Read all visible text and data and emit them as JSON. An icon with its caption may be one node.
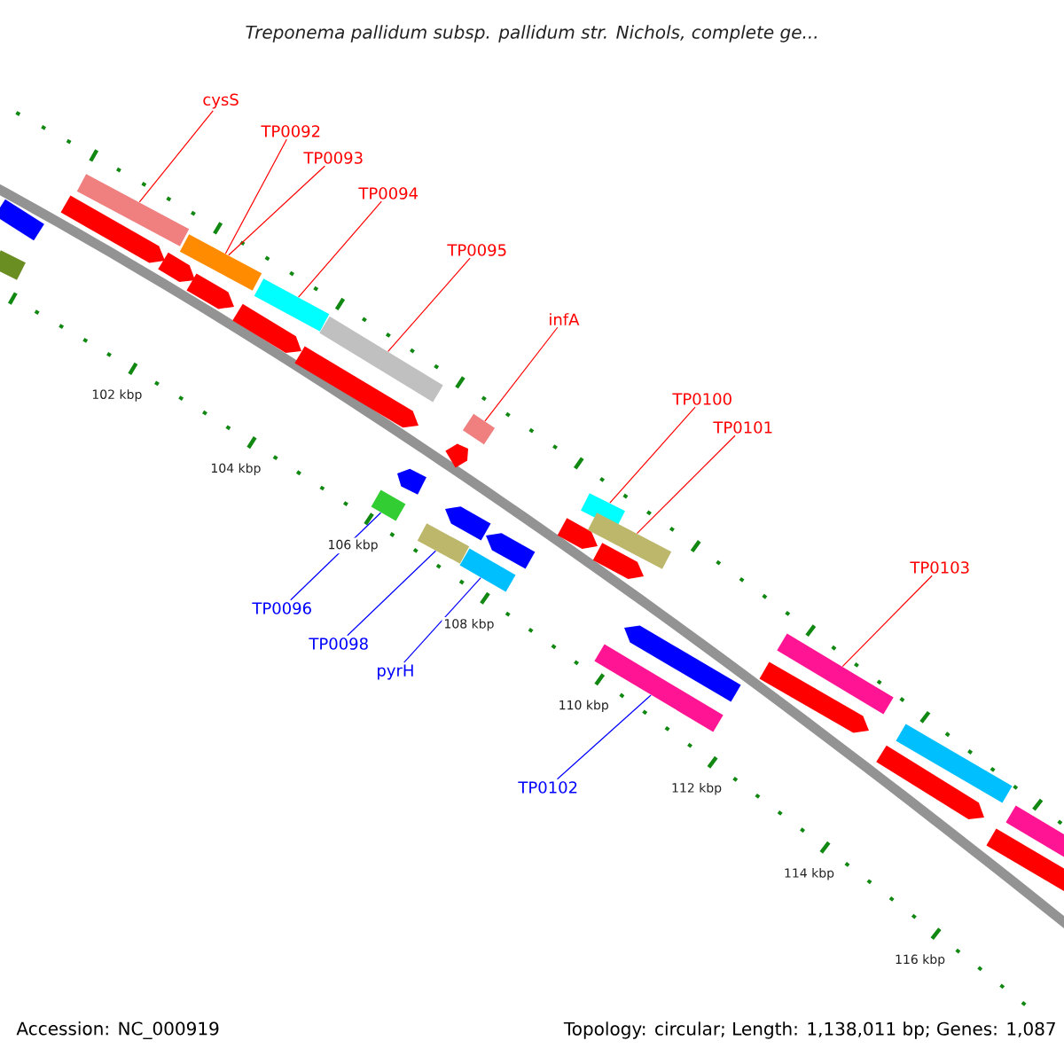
{
  "diagram": {
    "title": "*Treponema pallidum* subsp. *pallidum* str. Nichols, complete ge...",
    "nodes": [
      {
        "text": [
          "cysS"
        ]
      },
      {
        "text": [
          "TP0092"
        ]
      },
      {
        "text": [
          "TP0093"
        ]
      },
      {
        "text": [
          "TP0094"
        ]
      },
      {
        "text": [
          "TP0095"
        ]
      },
      {
        "text": [
          "infA"
        ]
      },
      {
        "text": [
          "TP0100"
        ]
      },
      {
        "text": [
          "TP0101"
        ]
      },
      {
        "text": [
          "TP0103"
        ]
      },
      {
        "text": [
          "TP0096"
        ]
      },
      {
        "text": [
          "TP0098"
        ]
      },
      {
        "text": [
          "pyrH"
        ]
      },
      {
        "text": [
          "TP0102"
        ]
      },
      {
        "text": [],
        "shape": "bar"
      },
      {
        "text": [],
        "shape": "bar"
      },
      {
        "text": [],
        "shape": "bar"
      },
      {
        "text": [],
        "shape": "bar"
      },
      {
        "text": [],
        "shape": "bar"
      },
      {
        "text": [],
        "shape": "bar"
      },
      {
        "text": [],
        "shape": "bar"
      },
      {
        "text": [],
        "shape": "bar"
      },
      {
        "text": [],
        "shape": "bar"
      },
      {
        "text": [],
        "shape": "bar"
      },
      {
        "text": [],
        "shape": "bar"
      },
      {
        "text": [],
        "shape": "bar"
      }
    ],
    "edges": [
      {
        "from": 0,
        "to": 13,
        "arrow": "none"
      },
      {
        "from": 1,
        "to": 14,
        "arrow": "none"
      },
      {
        "from": 2,
        "to": 14,
        "arrow": "none"
      },
      {
        "from": 3,
        "to": 15,
        "arrow": "none"
      },
      {
        "from": 4,
        "to": 16,
        "arrow": "none"
      },
      {
        "from": 5,
        "to": 20,
        "arrow": "none"
      },
      {
        "from": 6,
        "to": 21,
        "arrow": "none"
      },
      {
        "from": 7,
        "to": 22,
        "arrow": "none"
      },
      {
        "from": 8,
        "to": 24,
        "arrow": "none"
      },
      {
        "from": 9,
        "to": 17,
        "arrow": "none",
        "color": "#0000ff"
      },
      {
        "from": 10,
        "to": 18,
        "arrow": "none",
        "color": "#0000ff"
      },
      {
        "from": 11,
        "to": 19,
        "arrow": "none",
        "color": "#0000ff"
      },
      {
        "from": 12,
        "to": 23,
        "arrow": "none",
        "color": "#0000ff"
      }
    ],
    "labels": [
      "102 kbp",
      "104 kbp",
      "106 kbp",
      "108 kbp",
      "110 kbp",
      "112 kbp",
      "114 kbp",
      "116 kbp",
      "Accession: NC_000919",
      "Topology: circular; Length: 1,138,011 bp; Genes: 1,087"
    ]
  }
}
